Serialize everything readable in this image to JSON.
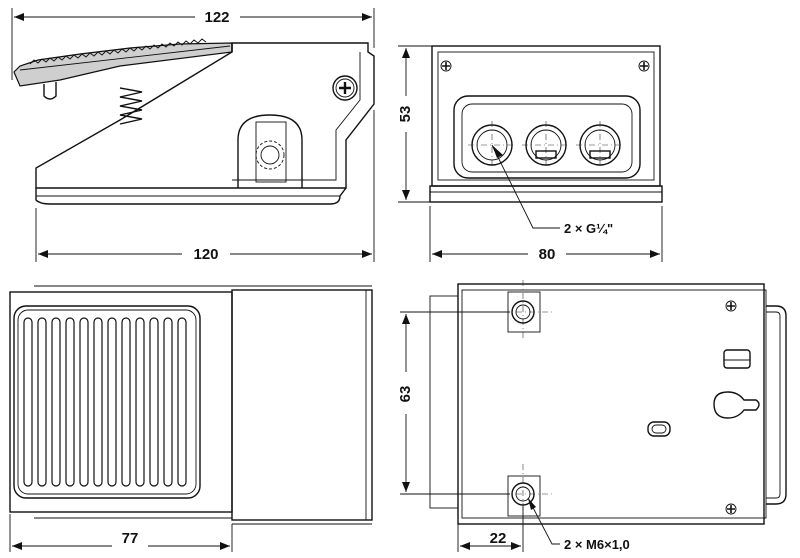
{
  "dimensions": {
    "side_top_width": "122",
    "side_bottom_width": "120",
    "front_height": "53",
    "front_width": "80",
    "port_callout": "2 × G¼\"",
    "top_width": "77",
    "bottom_height": "63",
    "bottom_offset": "22",
    "thread_callout": "2 × M6×1,0"
  }
}
